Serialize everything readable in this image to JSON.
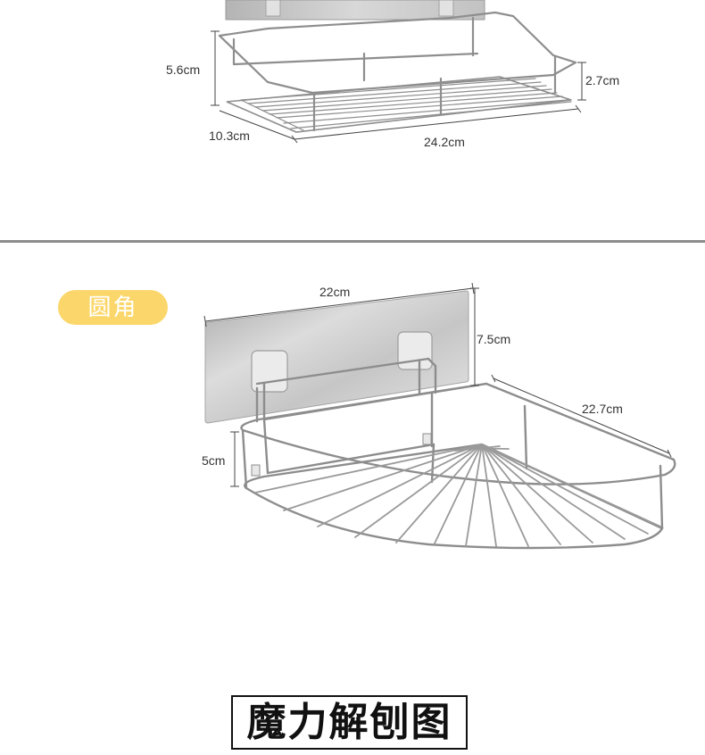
{
  "top_rack": {
    "height_label": "5.6cm",
    "rail_label": "2.7cm",
    "depth_label": "10.3cm",
    "width_label": "24.2cm"
  },
  "corner_badge": {
    "label": "圆角"
  },
  "corner_rack": {
    "plate_width_label": "22cm",
    "plate_height_label": "7.5cm",
    "basket_height_label": "5cm",
    "side_length_label": "22.7cm"
  },
  "footer": {
    "title": "魔力解刨图"
  },
  "colors": {
    "badge": "#fbd76b",
    "divider": "#8c8c8c",
    "steel": "#9a9a9a"
  }
}
